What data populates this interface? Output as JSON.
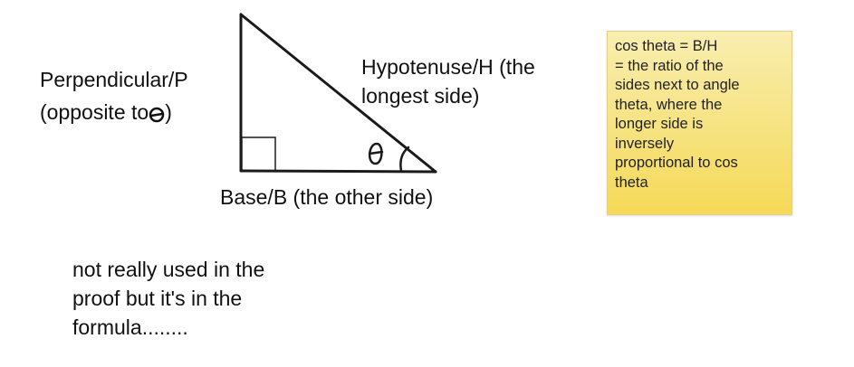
{
  "labels": {
    "perpendicular_line1": "Perpendicular/P",
    "perpendicular_line2": "(opposite to",
    "perpendicular_close": ")",
    "hypotenuse_line1": "Hypotenuse/H (the",
    "hypotenuse_line2": "longest side)",
    "base": "Base/B (the other side)"
  },
  "note": {
    "lines": [
      "cos theta = B/H",
      "= the ratio of the",
      "sides next to angle",
      "theta, where the",
      "longer side is",
      "inversely",
      "proportional to cos",
      "theta"
    ],
    "color": "#f5d957"
  },
  "footnote": {
    "lines": [
      "not really used in the",
      "proof but it's in the",
      "formula........"
    ]
  }
}
